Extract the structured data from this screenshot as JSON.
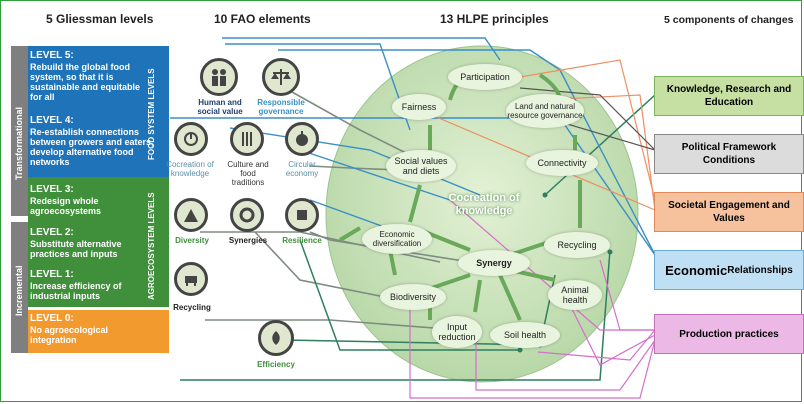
{
  "headers": {
    "gliessman": "5 Gliessman levels",
    "fao": "10 FAO elements",
    "hlpe": "13 HLPE principles",
    "components": "5 components of changes"
  },
  "levels": [
    {
      "title": "LEVEL 5:",
      "text": "Rebuild the global food system, so that it is sustainable and equitable for all",
      "color": "#1f73b8"
    },
    {
      "title": "LEVEL 4:",
      "text": "Re-establish connections between growers and eaters, develop alternative food networks",
      "color": "#1f73b8"
    },
    {
      "title": "LEVEL 3:",
      "text": "Redesign whole agroecosystems",
      "color": "#3f8f3b"
    },
    {
      "title": "LEVEL 2:",
      "text": "Substitute alternative practices and inputs",
      "color": "#3f8f3b"
    },
    {
      "title": "LEVEL 1:",
      "text": "Increase efficiency of industrial inputs",
      "color": "#3f8f3b"
    },
    {
      "title": "LEVEL 0:",
      "text": "No agroecological integration",
      "color": "#f29a2e"
    }
  ],
  "side_labels": {
    "transformational": "Transformational",
    "incremental": "Incremental",
    "food_system": "FOOD SYSTEM LEVELS",
    "agroecosystem": "AGROECOSYSTEM LEVELS"
  },
  "fao_elements": {
    "human": "Human and social value",
    "governance": "Responsible governance",
    "cocreation": "Cocreation of knowledge",
    "culture": "Culture and food traditions",
    "circular": "Circular economy",
    "diversity": "Diversity",
    "synergies": "Synergies",
    "resilience": "Resilience",
    "recycling": "Recycling",
    "efficiency": "Efficiency"
  },
  "hlpe_principles": {
    "participation": "Participation",
    "fairness": "Fairness",
    "land": "Land and natural resource governance",
    "social": "Social values and diets",
    "connectivity": "Connectivity",
    "center": "Cocreation of knowledge",
    "economic": "Economic diversification",
    "recycling": "Recycling",
    "synergy": "Synergy",
    "animal": "Animal health",
    "biodiversity": "Biodiversity",
    "input": "Input reduction",
    "soil": "Soil health"
  },
  "components": [
    {
      "label": "Knowledge, Research and Education",
      "color": "#c6e0a4"
    },
    {
      "label": "Political Framework Conditions",
      "color": "#dcdcdc"
    },
    {
      "label": "Societal Engagement and Values",
      "color": "#f6c29e"
    },
    {
      "label_bold": "Economic",
      "label_rest": " Relationships",
      "color": "#bfe0f4"
    },
    {
      "label": "Production practices",
      "color": "#ecb8e6"
    }
  ]
}
